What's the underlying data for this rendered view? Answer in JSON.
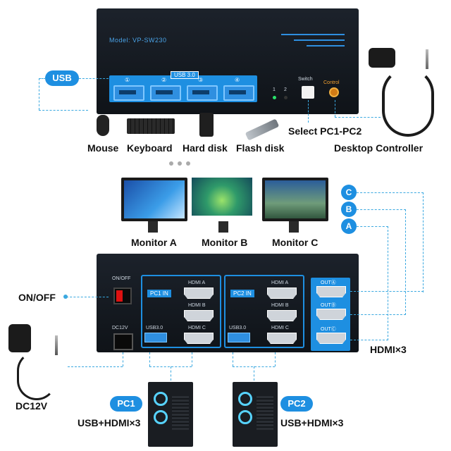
{
  "device_top": {
    "model": "Model: VP-SW230",
    "usb_badge": "USB 3.0",
    "port_numbers": [
      "①",
      "②",
      "③",
      "④"
    ],
    "switch_label": "Switch",
    "control_label": "Control",
    "led_labels": [
      "1",
      "2"
    ]
  },
  "callouts": {
    "usb": "USB"
  },
  "peripherals": {
    "mouse": "Mouse",
    "keyboard": "Keyboard",
    "hard_disk": "Hard disk",
    "flash_disk": "Flash disk",
    "select": "Select PC1-PC2",
    "controller": "Desktop Controller"
  },
  "monitors": {
    "a": "Monitor A",
    "b": "Monitor B",
    "c": "Monitor C",
    "badges": [
      "C",
      "B",
      "A"
    ]
  },
  "device_back": {
    "on_off_port": "ON/OFF",
    "dc_port": "DC12V",
    "pc1_in": "PC1 IN",
    "pc2_in": "PC2 IN",
    "hdmi_a": "HDMI A",
    "hdmi_b": "HDMI B",
    "hdmi_c": "HDMI C",
    "usb30": "USB3.0",
    "out_a": "OUTⒶ",
    "out_b": "OUTⒷ",
    "out_c": "OUTⒸ"
  },
  "labels": {
    "on_off": "ON/OFF",
    "hdmi_x3": "HDMI×3",
    "dc12v": "DC12V",
    "pc1": "PC1",
    "pc2": "PC2",
    "pc1_desc": "USB+HDMI×3",
    "pc2_desc": "USB+HDMI×3"
  }
}
